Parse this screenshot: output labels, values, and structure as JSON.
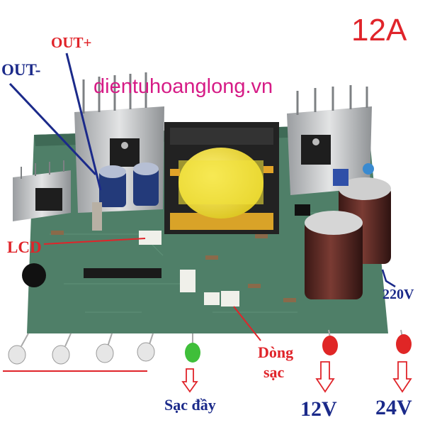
{
  "labels": {
    "rating": "12A",
    "website": "dientuhoanglong.vn",
    "out_plus": "OUT+",
    "out_minus": "OUT-",
    "lcd": "LCD",
    "ac_input": "220V",
    "current_line1": "Dòng",
    "current_line2": "sạc",
    "full_charge": "Sạc đầy",
    "led_12v": "12V",
    "led_24v": "24V"
  },
  "colors": {
    "pcb_green": "#4f7f68",
    "label_red": "#e0242a",
    "label_navy": "#1b2a8a",
    "watermark_magenta": "#d61b86",
    "heatsink_silver": "#c9cbcd",
    "transformer_yellow": "#f2e23a",
    "capacitor_brown": "#5a2a25"
  }
}
